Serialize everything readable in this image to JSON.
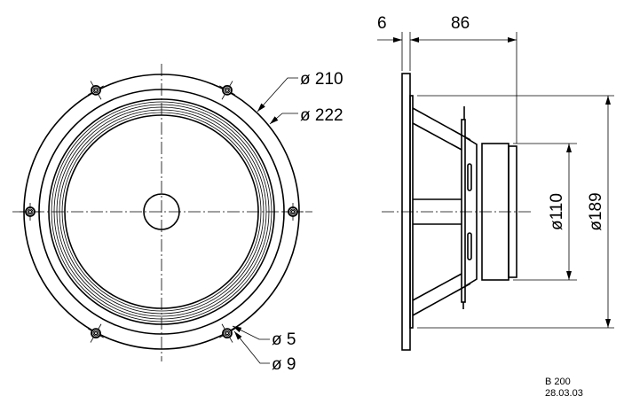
{
  "front_view": {
    "dimensions": {
      "inner_diameter": "ø 210",
      "outer_diameter": "ø 222",
      "hole_diameter": "ø 5",
      "head_diameter": "ø 9"
    }
  },
  "side_view": {
    "dimensions": {
      "flange_thickness": "6",
      "depth": "86",
      "magnet_diameter": "ø110",
      "frame_diameter": "ø189"
    }
  },
  "title_block": {
    "model": "B 200",
    "date": "28.03.03"
  }
}
